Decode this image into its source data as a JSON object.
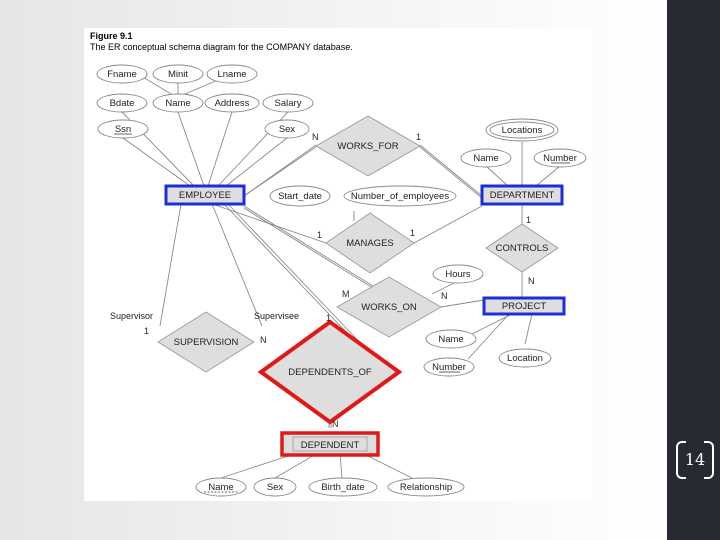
{
  "figure": {
    "label": "Figure 9.1",
    "caption": "The ER conceptual schema diagram for the COMPANY database."
  },
  "entities": {
    "employee": "EMPLOYEE",
    "department": "DEPARTMENT",
    "project": "PROJECT",
    "dependent": "DEPENDENT"
  },
  "relationships": {
    "works_for": "WORKS_FOR",
    "manages": "MANAGES",
    "controls": "CONTROLS",
    "works_on": "WORKS_ON",
    "supervision": "SUPERVISION",
    "dependents_of": "DEPENDENTS_OF"
  },
  "attributes": {
    "fname": "Fname",
    "minit": "Minit",
    "lname": "Lname",
    "bdate": "Bdate",
    "emp_name": "Name",
    "address": "Address",
    "salary": "Salary",
    "ssn": "Ssn",
    "sex": "Sex",
    "start_date": "Start_date",
    "number_of_employees": "Number_of_employees",
    "locations": "Locations",
    "dept_name": "Name",
    "dept_number": "Number",
    "hours": "Hours",
    "proj_name": "Name",
    "proj_number": "Number",
    "location": "Location",
    "dep_name": "Name",
    "dep_sex": "Sex",
    "birth_date": "Birth_date",
    "relationship": "Relationship"
  },
  "roles": {
    "supervisor": "Supervisor",
    "supervisee": "Supervisee"
  },
  "cardinalities": {
    "works_for_emp": "N",
    "works_for_dept": "1",
    "manages_emp": "1",
    "manages_dept": "1",
    "controls_dept": "1",
    "controls_proj": "N",
    "works_on_emp": "M",
    "works_on_proj": "N",
    "supervisor": "1",
    "supervisee": "N",
    "dependents_of_emp": "1",
    "dependents_of_dep": "N"
  },
  "highlight_colors": {
    "blue": "#1a2fd6",
    "red": "#e01818"
  },
  "page_number": "14"
}
